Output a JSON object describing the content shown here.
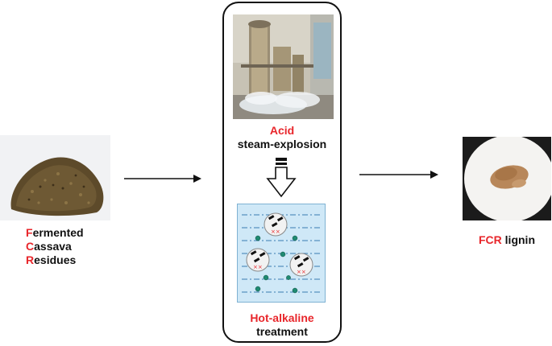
{
  "input": {
    "lines": [
      {
        "initial": "F",
        "rest": "ermented"
      },
      {
        "initial": "C",
        "rest": "assava"
      },
      {
        "initial": "R",
        "rest": "esidues"
      }
    ]
  },
  "process": {
    "step1": {
      "highlight": "Acid",
      "text": "steam-explosion"
    },
    "step2": {
      "highlight": "Hot-alkaline",
      "text": "treatment"
    }
  },
  "output": {
    "highlight": "FCR",
    "text": " lignin"
  },
  "colors": {
    "highlight": "#e8262b",
    "text": "#111111",
    "tank": "#cfe8f7",
    "particle": "#1f8a72"
  }
}
